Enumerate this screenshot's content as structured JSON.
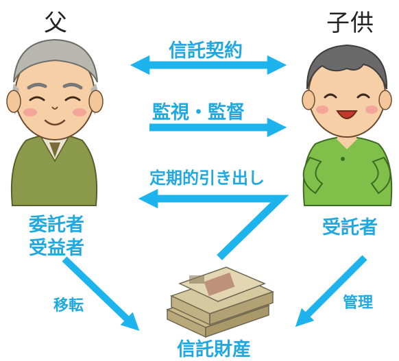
{
  "titles": {
    "left": "父",
    "right": "子供"
  },
  "arrows": {
    "contract": "信託契約",
    "monitor": "監視・監督",
    "withdraw": "定期的引き出し",
    "transfer": "移転",
    "manage": "管理"
  },
  "roles": {
    "father_line1": "委託者",
    "father_line2": "受益者",
    "child": "受託者"
  },
  "center": {
    "label": "信託財産"
  },
  "colors": {
    "arrow": "#1db3ec",
    "text": "#21a8df",
    "title": "#222222"
  }
}
